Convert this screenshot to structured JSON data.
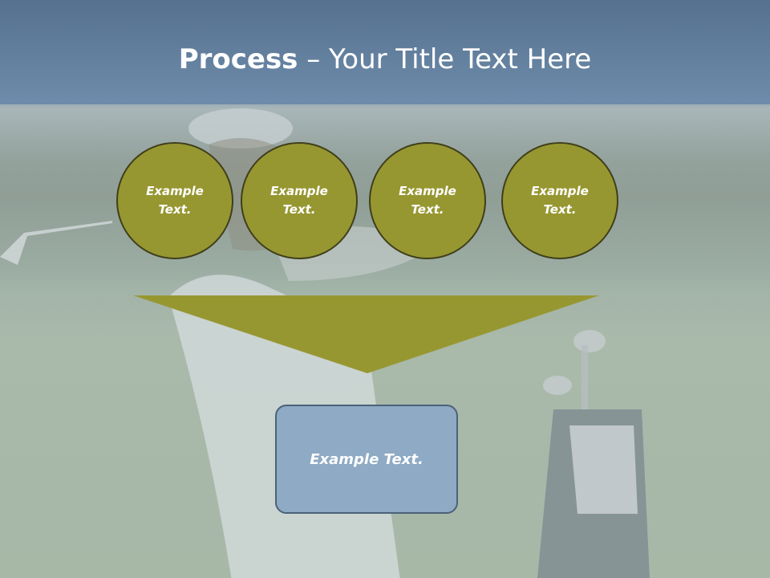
{
  "title": {
    "bold": "Process",
    "rest": " – Your Title Text Here"
  },
  "circles": [
    {
      "text": "Example Text."
    },
    {
      "text": "Example Text."
    },
    {
      "text": "Example Text."
    },
    {
      "text": "Example Text."
    }
  ],
  "result_box": {
    "text": "Example Text."
  },
  "colors": {
    "title_band": "#5f7c9a",
    "circle_fill": "#979732",
    "circle_border": "#3f3f1a",
    "arrow_fill": "#979732",
    "box_fill": "#8eaac4",
    "box_border": "#4b6278"
  }
}
